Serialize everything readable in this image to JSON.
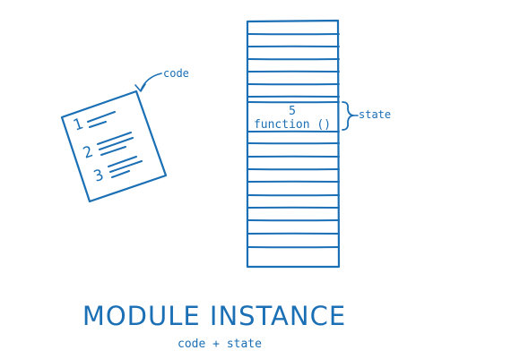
{
  "colors": {
    "ink": "#1a6fb5",
    "background": "#ffffff"
  },
  "code_document": {
    "icon": "code-document-icon",
    "label": "code",
    "line_numbers": [
      "1",
      "2",
      "3"
    ]
  },
  "memory": {
    "icon": "memory-stack-icon",
    "cell_value": "5",
    "cell_function": "function ()",
    "state_label": "state"
  },
  "caption": {
    "title": "MODULE INSTANCE",
    "subtitle": "code + state"
  }
}
